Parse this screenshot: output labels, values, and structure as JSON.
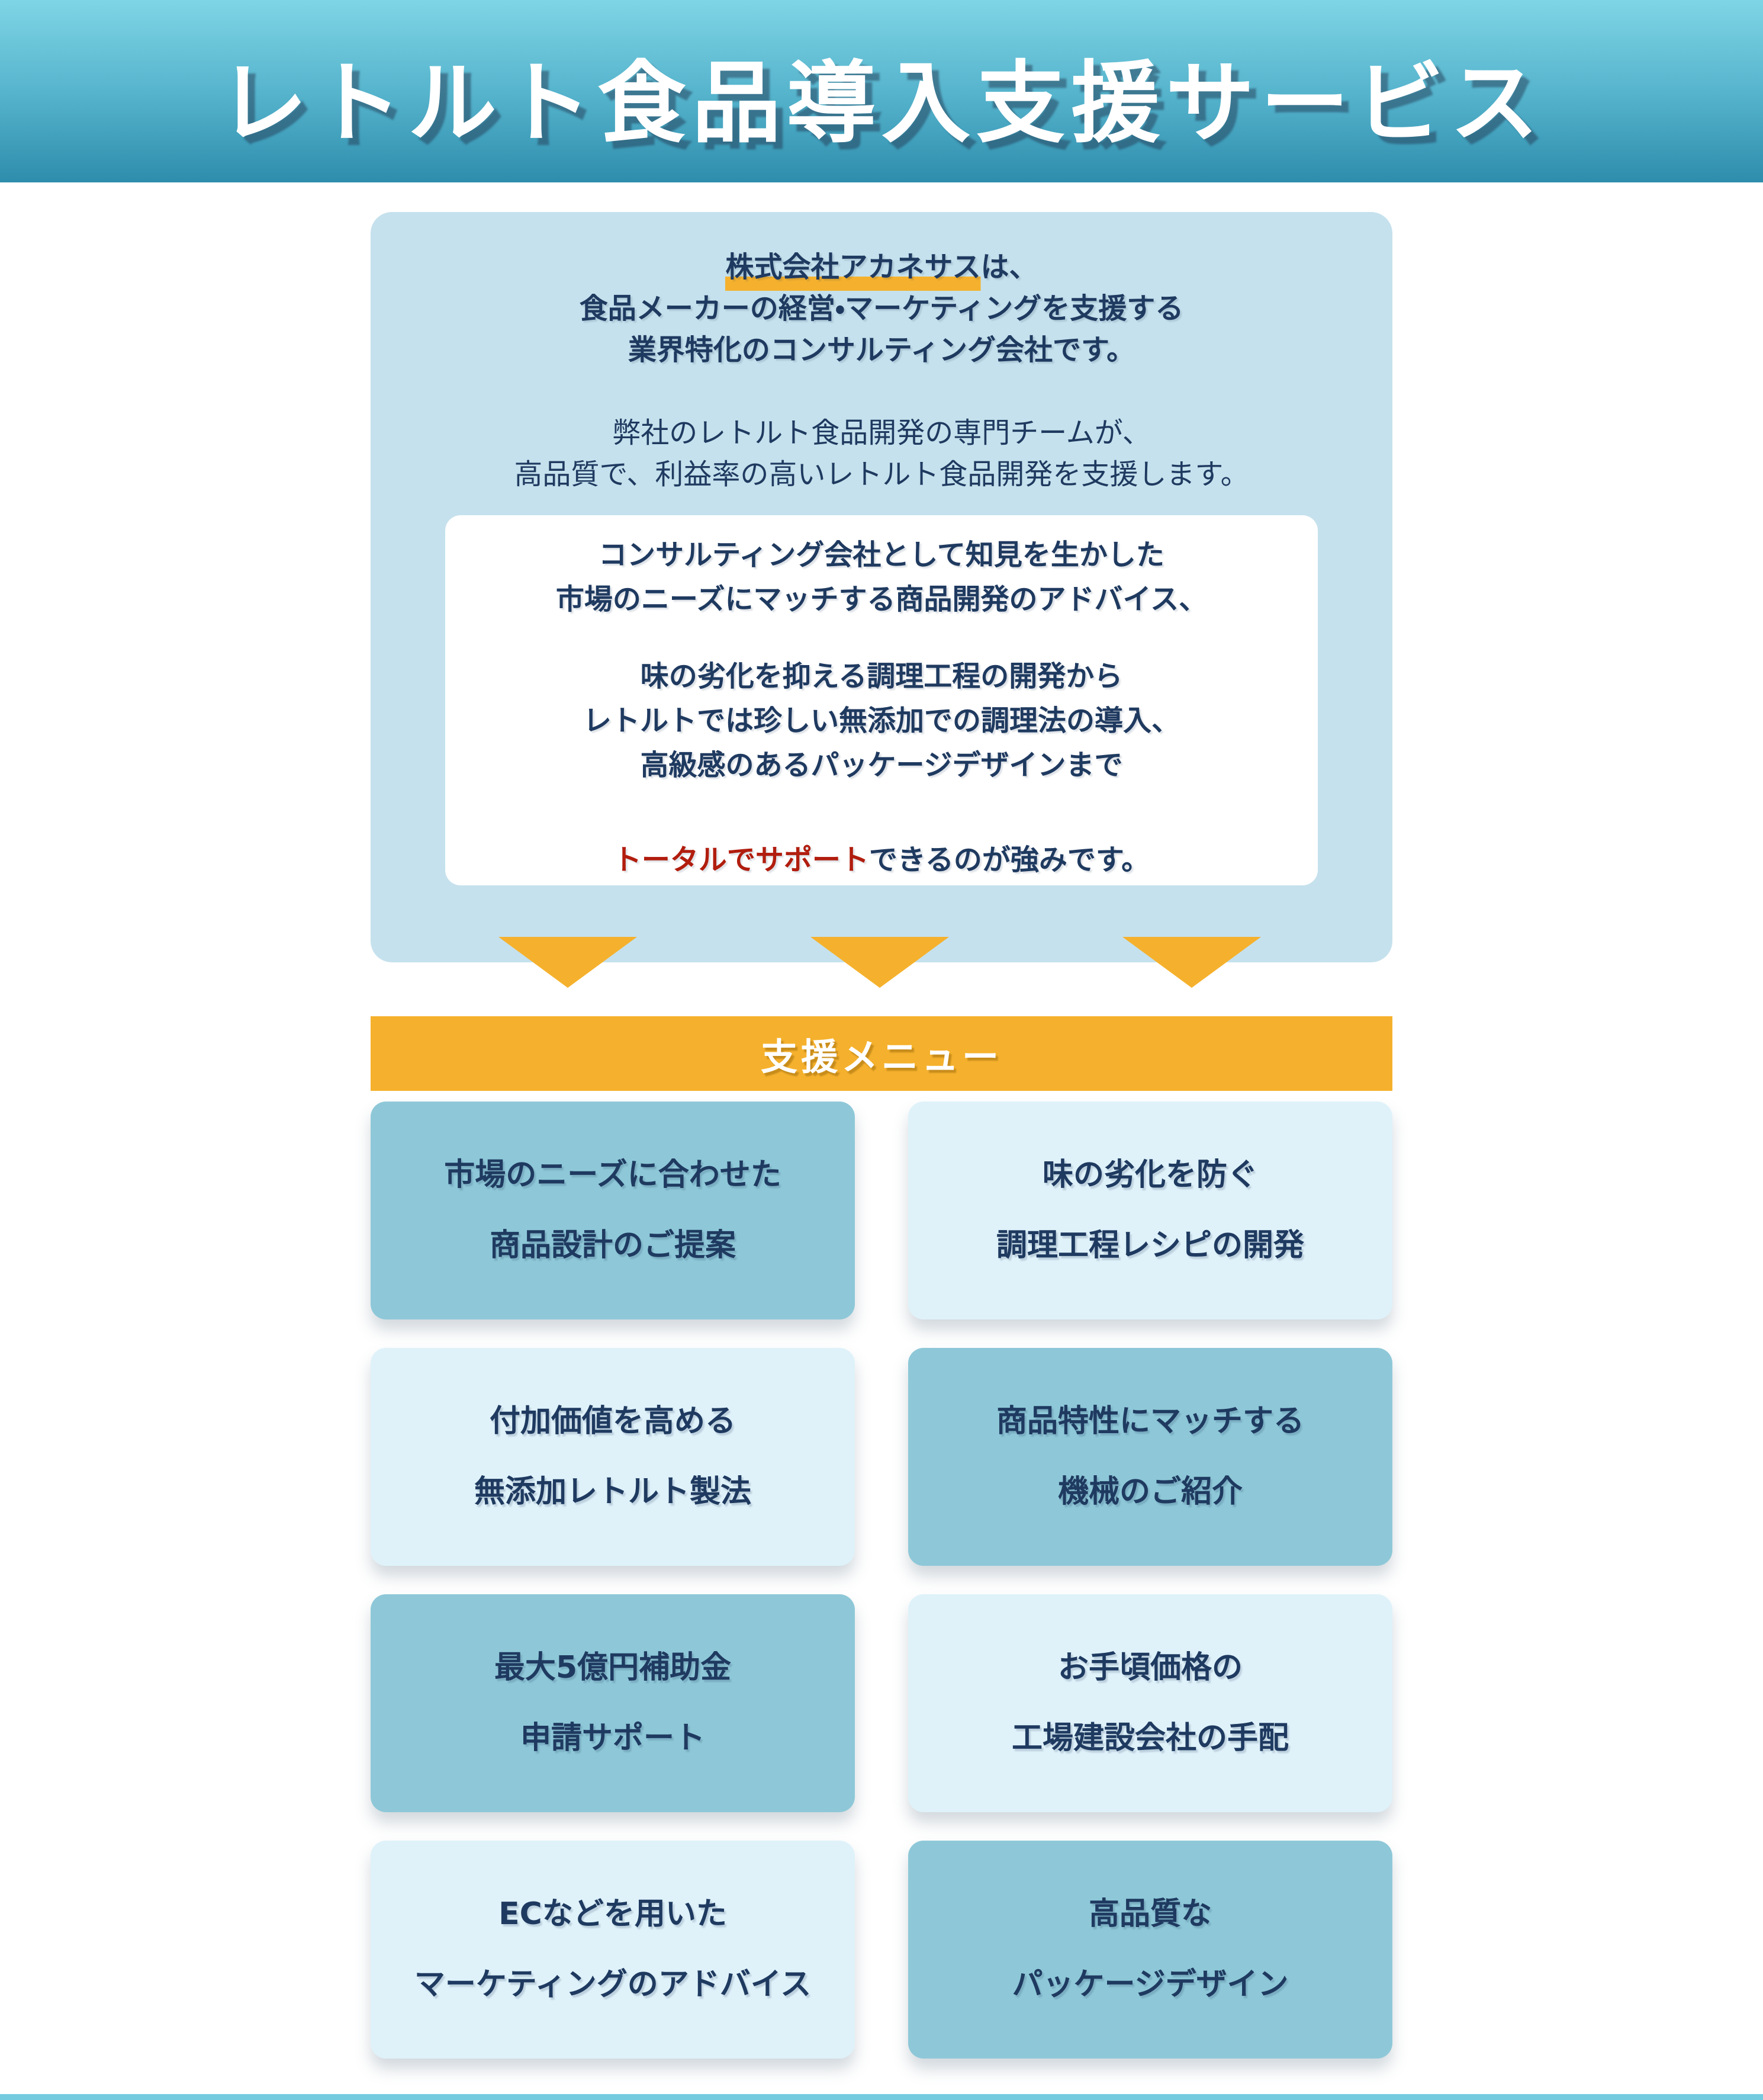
{
  "header": {
    "title": "レトルト食品導入支援サービス"
  },
  "intro": {
    "company_highlight": "株式会社アカネサス",
    "company_suffix": "は、",
    "lead_line2": "食品メーカーの経営・マーケティングを支援する",
    "lead_line3": "業界特化のコンサルティング会社です。",
    "team_line1": "弊社のレトルト食品開発の専門チームが、",
    "team_line2": "高品質で、利益率の高いレトルト食品開発を支援します。"
  },
  "strengths": {
    "p1_line1": "コンサルティング会社として知見を生かした",
    "p1_line2": "市場のニーズにマッチする商品開発のアドバイス、",
    "p2_line1": "味の劣化を抑える調理工程の開発から",
    "p2_line2": "レトルトでは珍しい無添加での調理法の導入、",
    "p2_line3": "高級感のあるパッケージデザインまで",
    "total_red": "トータルでサポート",
    "total_rest": "できるのが強みです。"
  },
  "menu": {
    "title": "支援メニュー",
    "cards": [
      {
        "line1": "市場のニーズに合わせた",
        "line2": "商品設計のご提案",
        "style": "teal"
      },
      {
        "line1": "味の劣化を防ぐ",
        "line2": "調理工程レシピの開発",
        "style": "light"
      },
      {
        "line1": "付加価値を高める",
        "line2": "無添加レトルト製法",
        "style": "light"
      },
      {
        "line1": "商品特性にマッチする",
        "line2": "機械のご紹介",
        "style": "teal"
      },
      {
        "line1": "最大5億円補助金",
        "line2": "申請サポート",
        "style": "teal"
      },
      {
        "line1": "お手頃価格の",
        "line2": "工場建設会社の手配",
        "style": "light"
      },
      {
        "line1": "ECなどを用いた",
        "line2": "マーケティングのアドバイス",
        "style": "light"
      },
      {
        "line1": "高品質な",
        "line2": "パッケージデザイン",
        "style": "teal"
      }
    ]
  },
  "colors": {
    "navy": "#1F3A60",
    "red": "#B11D0E",
    "orange": "#F5B12D",
    "intro_bg": "#C5E1ED",
    "card_teal": "#8EC8D8",
    "card_light": "#DFF2FA",
    "header_top": "#7ED5E5",
    "header_bottom": "#2E8DAC",
    "bottom_bar": "#74CBDF"
  }
}
